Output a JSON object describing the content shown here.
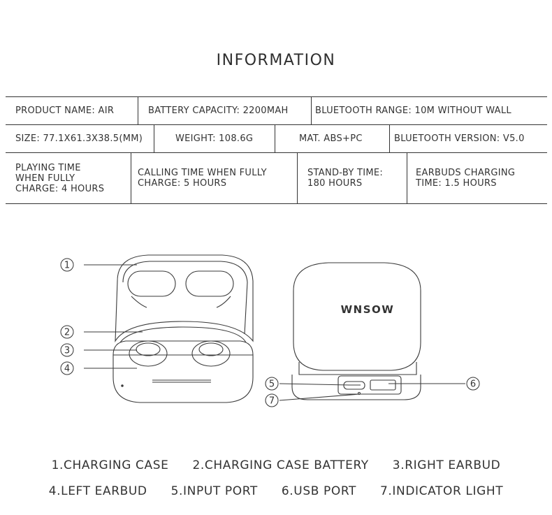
{
  "title": "INFORMATION",
  "specs": {
    "row1": [
      "PRODUCT NAME: AIR",
      "BATTERY CAPACITY: 2200MAH",
      "BLUETOOTH RANGE: 10M WITHOUT WALL"
    ],
    "row2": [
      "SIZE: 77.1X61.3X38.5(MM)",
      "WEIGHT: 108.6G",
      "MAT. ABS+PC",
      "BLUETOOTH VERSION: V5.0"
    ],
    "row3": [
      "PLAYING TIME\nWHEN FULLY\nCHARGE: 4 HOURS",
      "CALLING TIME WHEN FULLY\nCHARGE: 5 HOURS",
      "STAND-BY TIME:\n180 HOURS",
      "EARBUDS CHARGING\nTIME: 1.5 HOURS"
    ]
  },
  "diagram": {
    "brand": "WNSOW",
    "callouts": [
      "1",
      "2",
      "3",
      "4",
      "5",
      "6",
      "7"
    ]
  },
  "legend": {
    "line1": [
      "1.CHARGING CASE",
      "2.CHARGING CASE BATTERY",
      "3.RIGHT EARBUD"
    ],
    "line2": [
      "4.LEFT EARBUD",
      "5.INPUT PORT",
      "6.USB PORT",
      "7.INDICATOR LIGHT"
    ]
  }
}
